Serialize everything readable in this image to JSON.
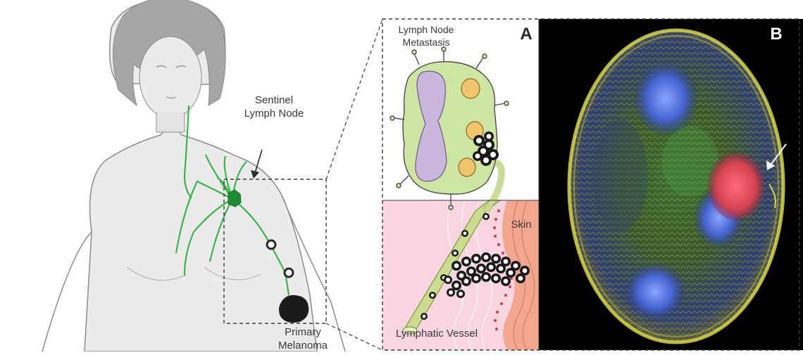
{
  "labels": {
    "sentinel_line1": "Sentinel",
    "sentinel_line2": "Lymph Node",
    "primary_line1": "Primary",
    "primary_line2": "Melanoma",
    "metastasis_line1": "Lymph Node",
    "metastasis_line2": "Metastasis",
    "skin": "Skin",
    "lymphatic_vessel": "Lymphatic Vessel",
    "panel_a": "A",
    "panel_b": "B"
  },
  "colors": {
    "skin_tone": "#ebebeb",
    "body_outline": "#8c8c8c",
    "hair": "#a6a6a6",
    "lymph_green": "#39b54a",
    "node_fill": "#cfe5a2",
    "vessel_green": "#c9dc8f",
    "purple": "#c8b6dc",
    "orange": "#f2c46b",
    "skin_pink": "#f9d6df",
    "skin_salmon": "#f4a78f",
    "micro_bg": "#000000",
    "micro_yellow": "#d9d64a",
    "micro_blue": "#3d5bbf",
    "micro_red": "#d4424f"
  }
}
